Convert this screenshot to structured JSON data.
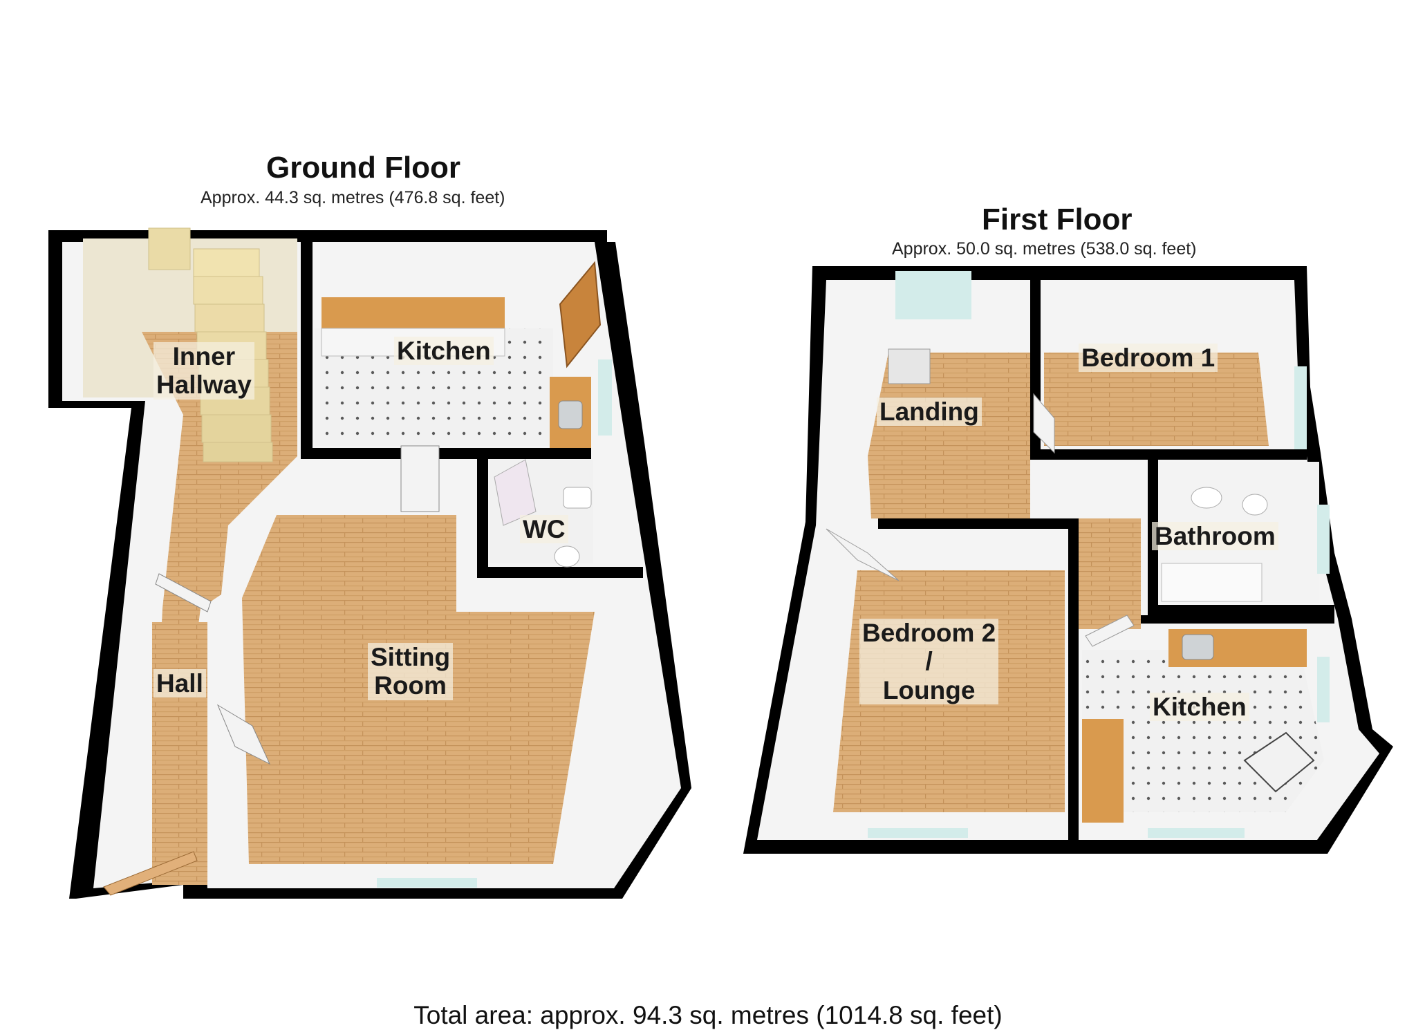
{
  "ground_floor": {
    "title": "Ground Floor",
    "area": "Approx. 44.3 sq. metres (476.8 sq. feet)",
    "rooms": {
      "inner_hallway": [
        "Inner",
        "Hallway"
      ],
      "kitchen": "Kitchen",
      "wc": "WC",
      "sitting_room": [
        "Sitting",
        "Room"
      ],
      "hall": "Hall"
    }
  },
  "first_floor": {
    "title": "First Floor",
    "area": "Approx. 50.0 sq. metres (538.0 sq. feet)",
    "rooms": {
      "landing": "Landing",
      "bedroom_1": "Bedroom 1",
      "bathroom": "Bathroom",
      "bedroom_2": [
        "Bedroom 2",
        "/",
        "Lounge"
      ],
      "kitchen": "Kitchen"
    }
  },
  "total_area": "Total area: approx. 94.3 sq. metres (1014.8 sq. feet)",
  "colors": {
    "wall": "#000000",
    "wood": "#dcae78",
    "wood_dark": "#c99a62",
    "tile": "#f1f1f1",
    "inner_wall": "#f4f4f4",
    "window": "#d3ecea",
    "counter": "#d99a4e"
  }
}
